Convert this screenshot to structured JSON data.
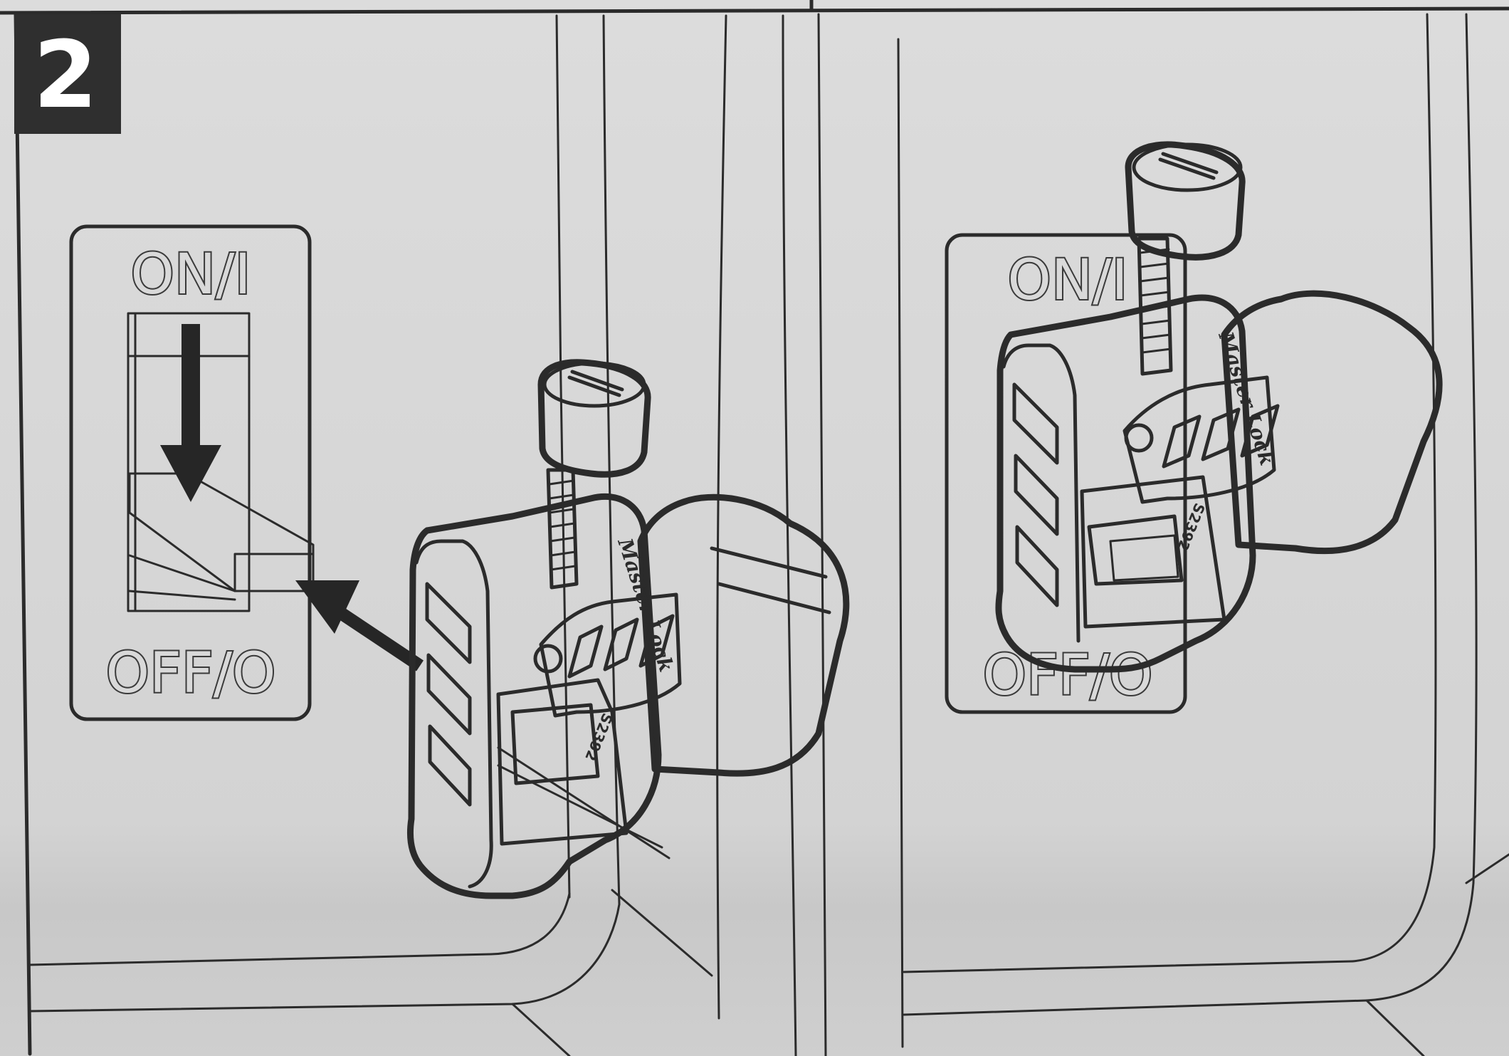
{
  "step": {
    "number": "2"
  },
  "panels": [
    {
      "id": "before",
      "switch_labels": {
        "on": "ON/I",
        "off": "OFF/O"
      },
      "device": {
        "brand": "Master Lock",
        "model": "S2392"
      }
    },
    {
      "id": "after",
      "switch_labels": {
        "on": "ON/I",
        "off": "OFF/O"
      },
      "device": {
        "brand": "Master Lock",
        "model": "S2392"
      }
    }
  ],
  "colors": {
    "paper": "#d7d7d7",
    "ink": "#2b2b2b",
    "badge": "#2f2f2f",
    "device_fill": "#e6e6e6"
  }
}
